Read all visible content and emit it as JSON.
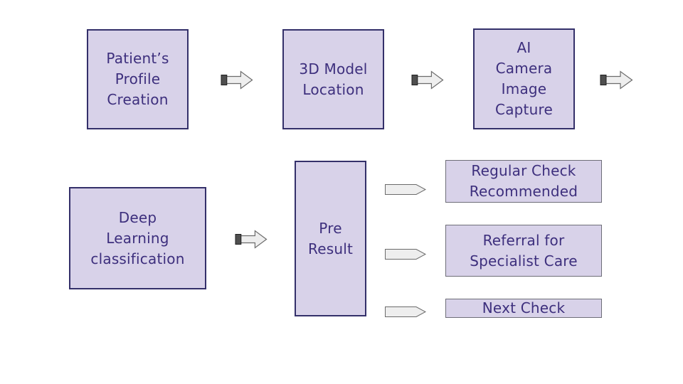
{
  "diagram": {
    "nodes": {
      "patient": {
        "label": "Patient’s\nProfile\nCreation"
      },
      "model": {
        "label": "3D Model\nLocation"
      },
      "camera": {
        "label": "AI\nCamera\nImage\nCapture"
      },
      "deep": {
        "label": "Deep\nLearning\nclassification"
      },
      "pre": {
        "label": "Pre\nResult"
      },
      "regular": {
        "label": "Regular Check\nRecommended"
      },
      "referral": {
        "label": "Referral for\nSpecialist Care"
      },
      "next": {
        "label": "Next Check"
      }
    },
    "icons": {
      "block_arrow": "right-block-arrow",
      "pentagon_arrow": "right-pentagon-arrow"
    },
    "colors": {
      "box_fill": "#d8d2e9",
      "box_border": "#34306a",
      "result_border": "#6e6e78",
      "text": "#3d2f7d",
      "arrow_fill": "#eeeeee",
      "arrow_border": "#6b6b6b",
      "arrow_tail": "#4f4f4f"
    }
  }
}
